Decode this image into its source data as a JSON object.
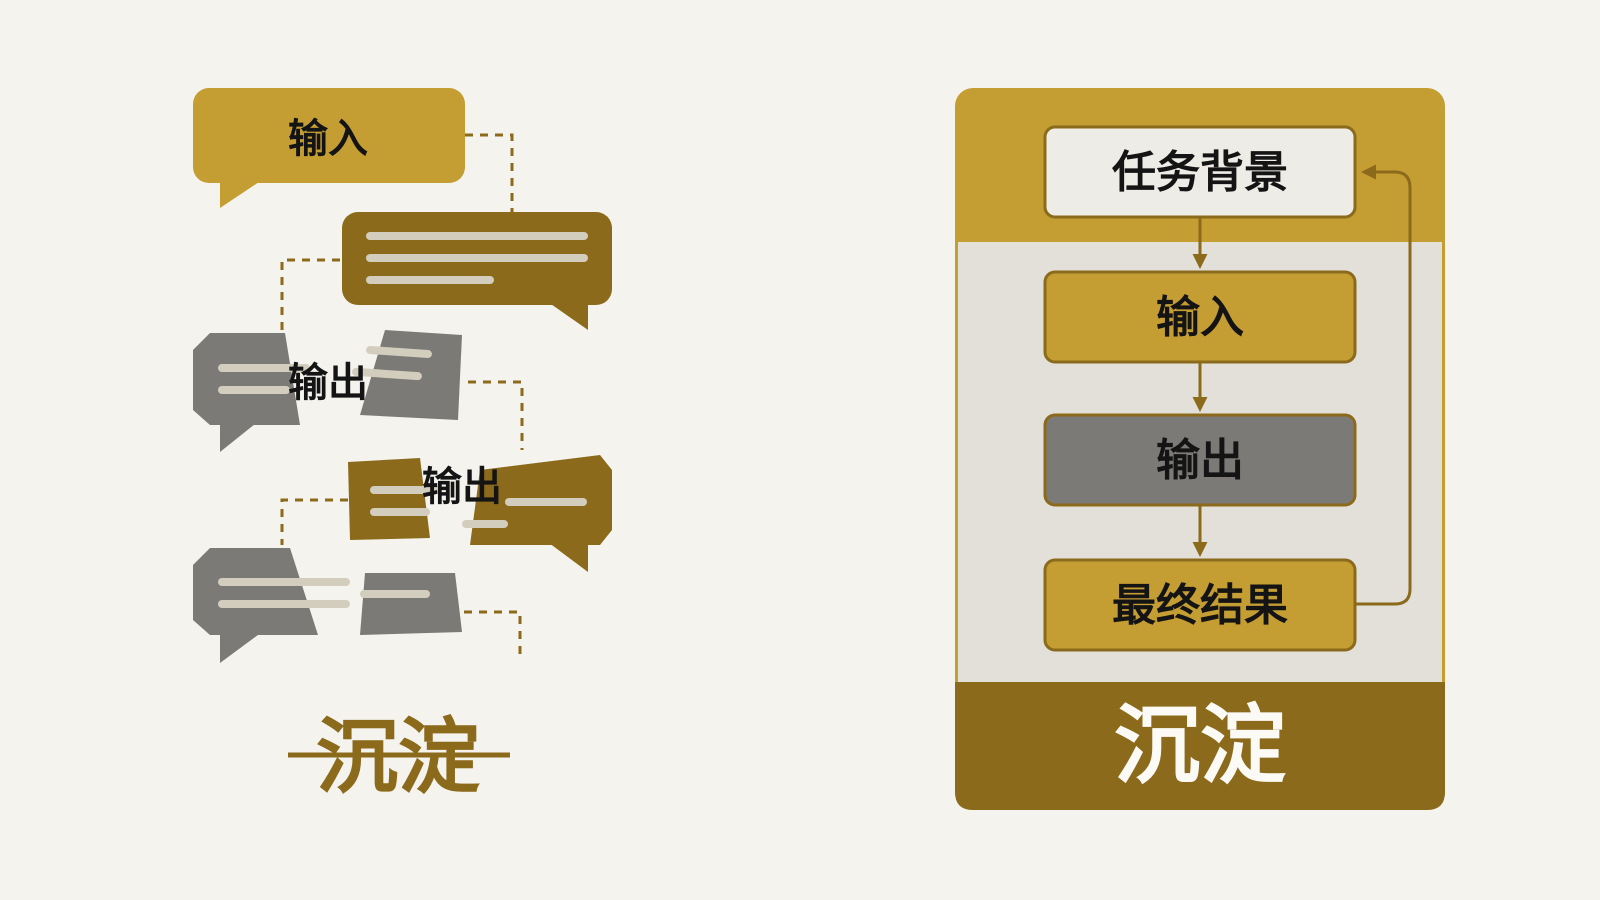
{
  "colors": {
    "background": "#f4f3ee",
    "gold": "#c49d33",
    "dark_gold": "#8c6a1c",
    "gray": "#7b7a76",
    "light_panel": "#e2e0d9",
    "text_dark": "#141414",
    "text_light": "#fbfaf5",
    "connector": "#8c6a1c"
  },
  "left": {
    "input_label": "输入",
    "output_label_1": "输出",
    "output_label_2": "输出",
    "sediment_label": "沉淀",
    "sediment_struck": true
  },
  "right": {
    "steps": [
      {
        "label": "任务背景",
        "style": "light"
      },
      {
        "label": "输入",
        "style": "gold"
      },
      {
        "label": "输出",
        "style": "gray"
      },
      {
        "label": "最终结果",
        "style": "gold"
      }
    ],
    "footer_label": "沉淀",
    "feedback_loop": "最终结果 → 任务背景"
  }
}
